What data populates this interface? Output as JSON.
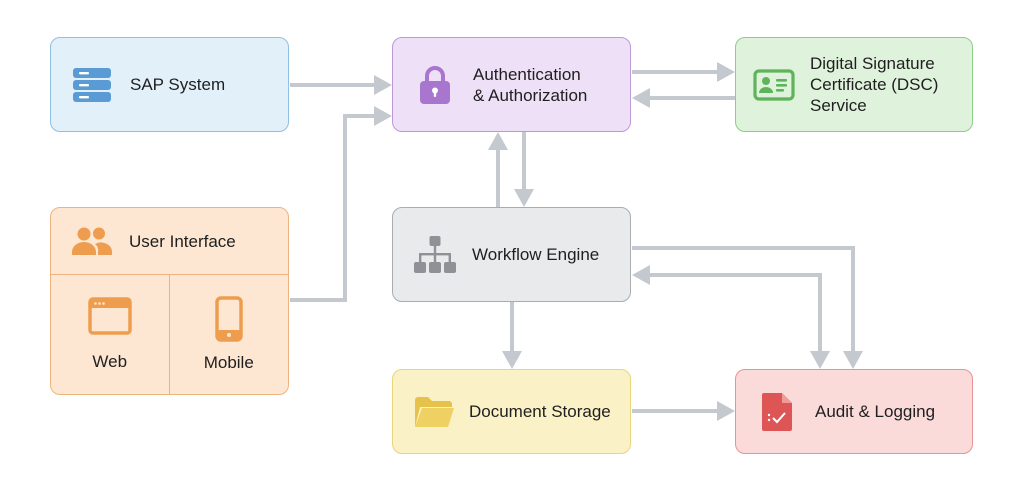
{
  "diagram": {
    "type": "architecture-flow",
    "connector_color": "#c3c9ce",
    "nodes": {
      "sap": {
        "label": "SAP System",
        "icon": "server-stack-icon",
        "color": "#5b9bd5"
      },
      "auth": {
        "label_line1": "Authentication",
        "label_line2": "& Authorization",
        "icon": "lock-icon",
        "color": "#a875cf"
      },
      "dsc": {
        "label_line1": "Digital Signature",
        "label_line2": "Certificate (DSC)",
        "label_line3": "Service",
        "icon": "id-card-icon",
        "color": "#5fb35a"
      },
      "ui": {
        "label": "User Interface",
        "icon": "users-icon",
        "color": "#ee9d4e",
        "children": [
          {
            "label": "Web",
            "icon": "browser-window-icon"
          },
          {
            "label": "Mobile",
            "icon": "smartphone-icon"
          }
        ]
      },
      "workflow": {
        "label": "Workflow Engine",
        "icon": "hierarchy-icon",
        "color": "#8e9296"
      },
      "document": {
        "label": "Document Storage",
        "icon": "folder-icon",
        "color": "#e6c24a"
      },
      "audit": {
        "label": "Audit & Logging",
        "icon": "file-check-icon",
        "color": "#dd5555"
      }
    },
    "edges": [
      {
        "from": "SAP System",
        "to": "Authentication & Authorization"
      },
      {
        "from": "User Interface",
        "to": "Authentication & Authorization"
      },
      {
        "from": "Authentication & Authorization",
        "to": "Digital Signature Certificate (DSC) Service"
      },
      {
        "from": "Digital Signature Certificate (DSC) Service",
        "to": "Authentication & Authorization"
      },
      {
        "from": "Workflow Engine",
        "to": "Authentication & Authorization"
      },
      {
        "from": "Authentication & Authorization",
        "to": "Workflow Engine"
      },
      {
        "from": "Workflow Engine",
        "to": "Document Storage"
      },
      {
        "from": "Workflow Engine",
        "to": "Audit & Logging"
      },
      {
        "from": "Audit & Logging",
        "to": "Workflow Engine",
        "bidirectional": true
      },
      {
        "from": "Document Storage",
        "to": "Audit & Logging"
      }
    ]
  }
}
